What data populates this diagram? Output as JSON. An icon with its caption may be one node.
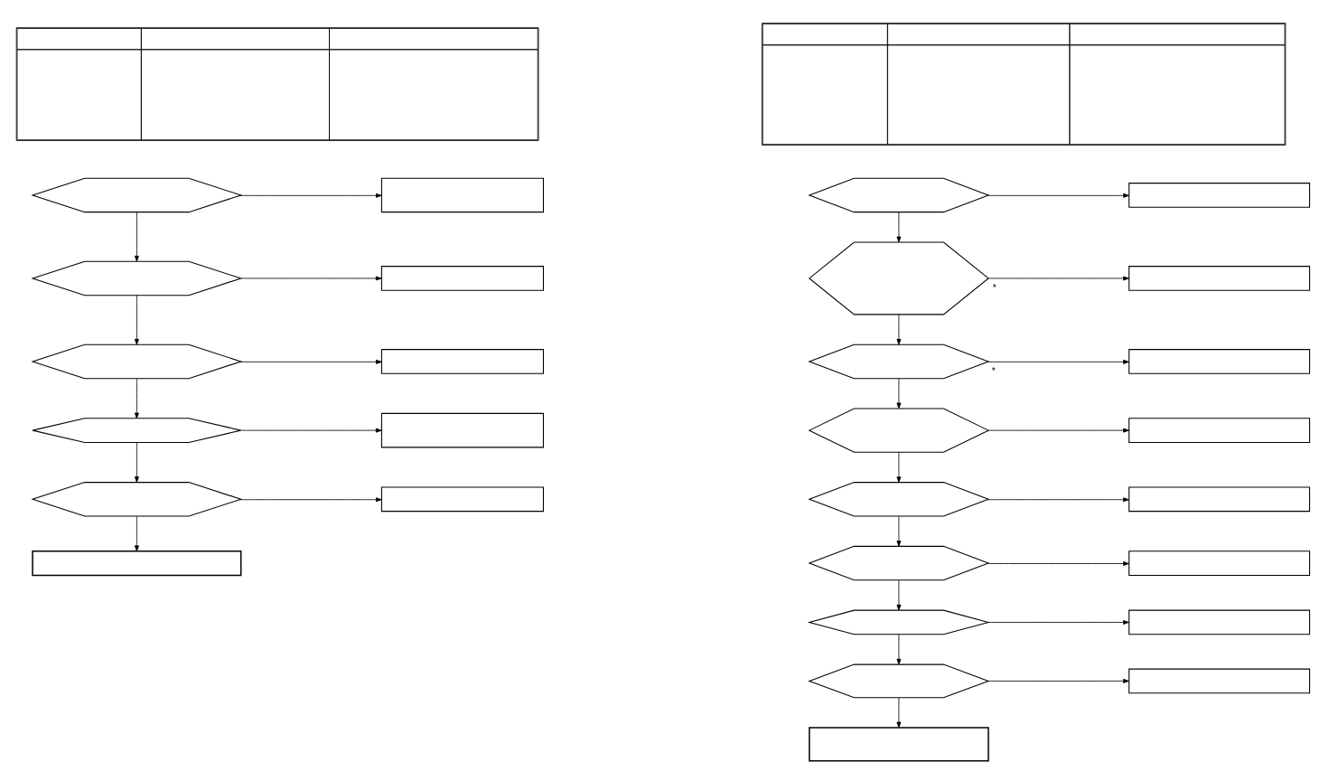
{
  "diagram": {
    "nodes": [
      {
        "text": [],
        "shape": "table"
      },
      {
        "text": [],
        "shape": "hexagon"
      },
      {
        "text": [],
        "shape": "box"
      },
      {
        "text": [],
        "shape": "hexagon"
      },
      {
        "text": [],
        "shape": "box"
      },
      {
        "text": [],
        "shape": "hexagon"
      },
      {
        "text": [],
        "shape": "box"
      },
      {
        "text": [],
        "shape": "hexagon"
      },
      {
        "text": [],
        "shape": "box"
      },
      {
        "text": [],
        "shape": "hexagon"
      },
      {
        "text": [],
        "shape": "box"
      },
      {
        "text": [],
        "shape": "box"
      },
      {
        "text": [],
        "shape": "table"
      },
      {
        "text": [],
        "shape": "hexagon"
      },
      {
        "text": [],
        "shape": "box"
      },
      {
        "text": [],
        "shape": "hexagon"
      },
      {
        "text": [],
        "shape": "box"
      },
      {
        "text": [],
        "shape": "hexagon"
      },
      {
        "text": [],
        "shape": "box"
      },
      {
        "text": [],
        "shape": "hexagon"
      },
      {
        "text": [],
        "shape": "box"
      },
      {
        "text": [],
        "shape": "hexagon"
      },
      {
        "text": [],
        "shape": "box"
      },
      {
        "text": [],
        "shape": "hexagon"
      },
      {
        "text": [],
        "shape": "box"
      },
      {
        "text": [],
        "shape": "hexagon"
      },
      {
        "text": [],
        "shape": "box"
      },
      {
        "text": [],
        "shape": "hexagon"
      },
      {
        "text": [],
        "shape": "box"
      },
      {
        "text": [],
        "shape": "box"
      }
    ],
    "edges": [
      {
        "from": 1,
        "to": 2,
        "arrow": "to"
      },
      {
        "from": 1,
        "to": 3,
        "arrow": "to"
      },
      {
        "from": 3,
        "to": 4,
        "arrow": "to"
      },
      {
        "from": 3,
        "to": 5,
        "arrow": "to"
      },
      {
        "from": 5,
        "to": 6,
        "arrow": "to"
      },
      {
        "from": 5,
        "to": 7,
        "arrow": "to"
      },
      {
        "from": 7,
        "to": 8,
        "arrow": "to"
      },
      {
        "from": 7,
        "to": 9,
        "arrow": "to"
      },
      {
        "from": 9,
        "to": 10,
        "arrow": "to"
      },
      {
        "from": 9,
        "to": 11,
        "arrow": "to"
      },
      {
        "from": 13,
        "to": 14,
        "arrow": "to"
      },
      {
        "from": 13,
        "to": 15,
        "arrow": "to"
      },
      {
        "from": 15,
        "to": 16,
        "arrow": "to",
        "label": "*"
      },
      {
        "from": 15,
        "to": 17,
        "arrow": "to"
      },
      {
        "from": 17,
        "to": 18,
        "arrow": "to",
        "label": "*"
      },
      {
        "from": 17,
        "to": 19,
        "arrow": "to"
      },
      {
        "from": 19,
        "to": 20,
        "arrow": "to"
      },
      {
        "from": 19,
        "to": 21,
        "arrow": "to"
      },
      {
        "from": 21,
        "to": 22,
        "arrow": "to"
      },
      {
        "from": 21,
        "to": 23,
        "arrow": "to"
      },
      {
        "from": 23,
        "to": 24,
        "arrow": "to"
      },
      {
        "from": 23,
        "to": 25,
        "arrow": "to"
      },
      {
        "from": 25,
        "to": 26,
        "arrow": "to"
      },
      {
        "from": 25,
        "to": 27,
        "arrow": "to"
      },
      {
        "from": 27,
        "to": 28,
        "arrow": "to"
      },
      {
        "from": 27,
        "to": 29,
        "arrow": "to"
      }
    ]
  }
}
